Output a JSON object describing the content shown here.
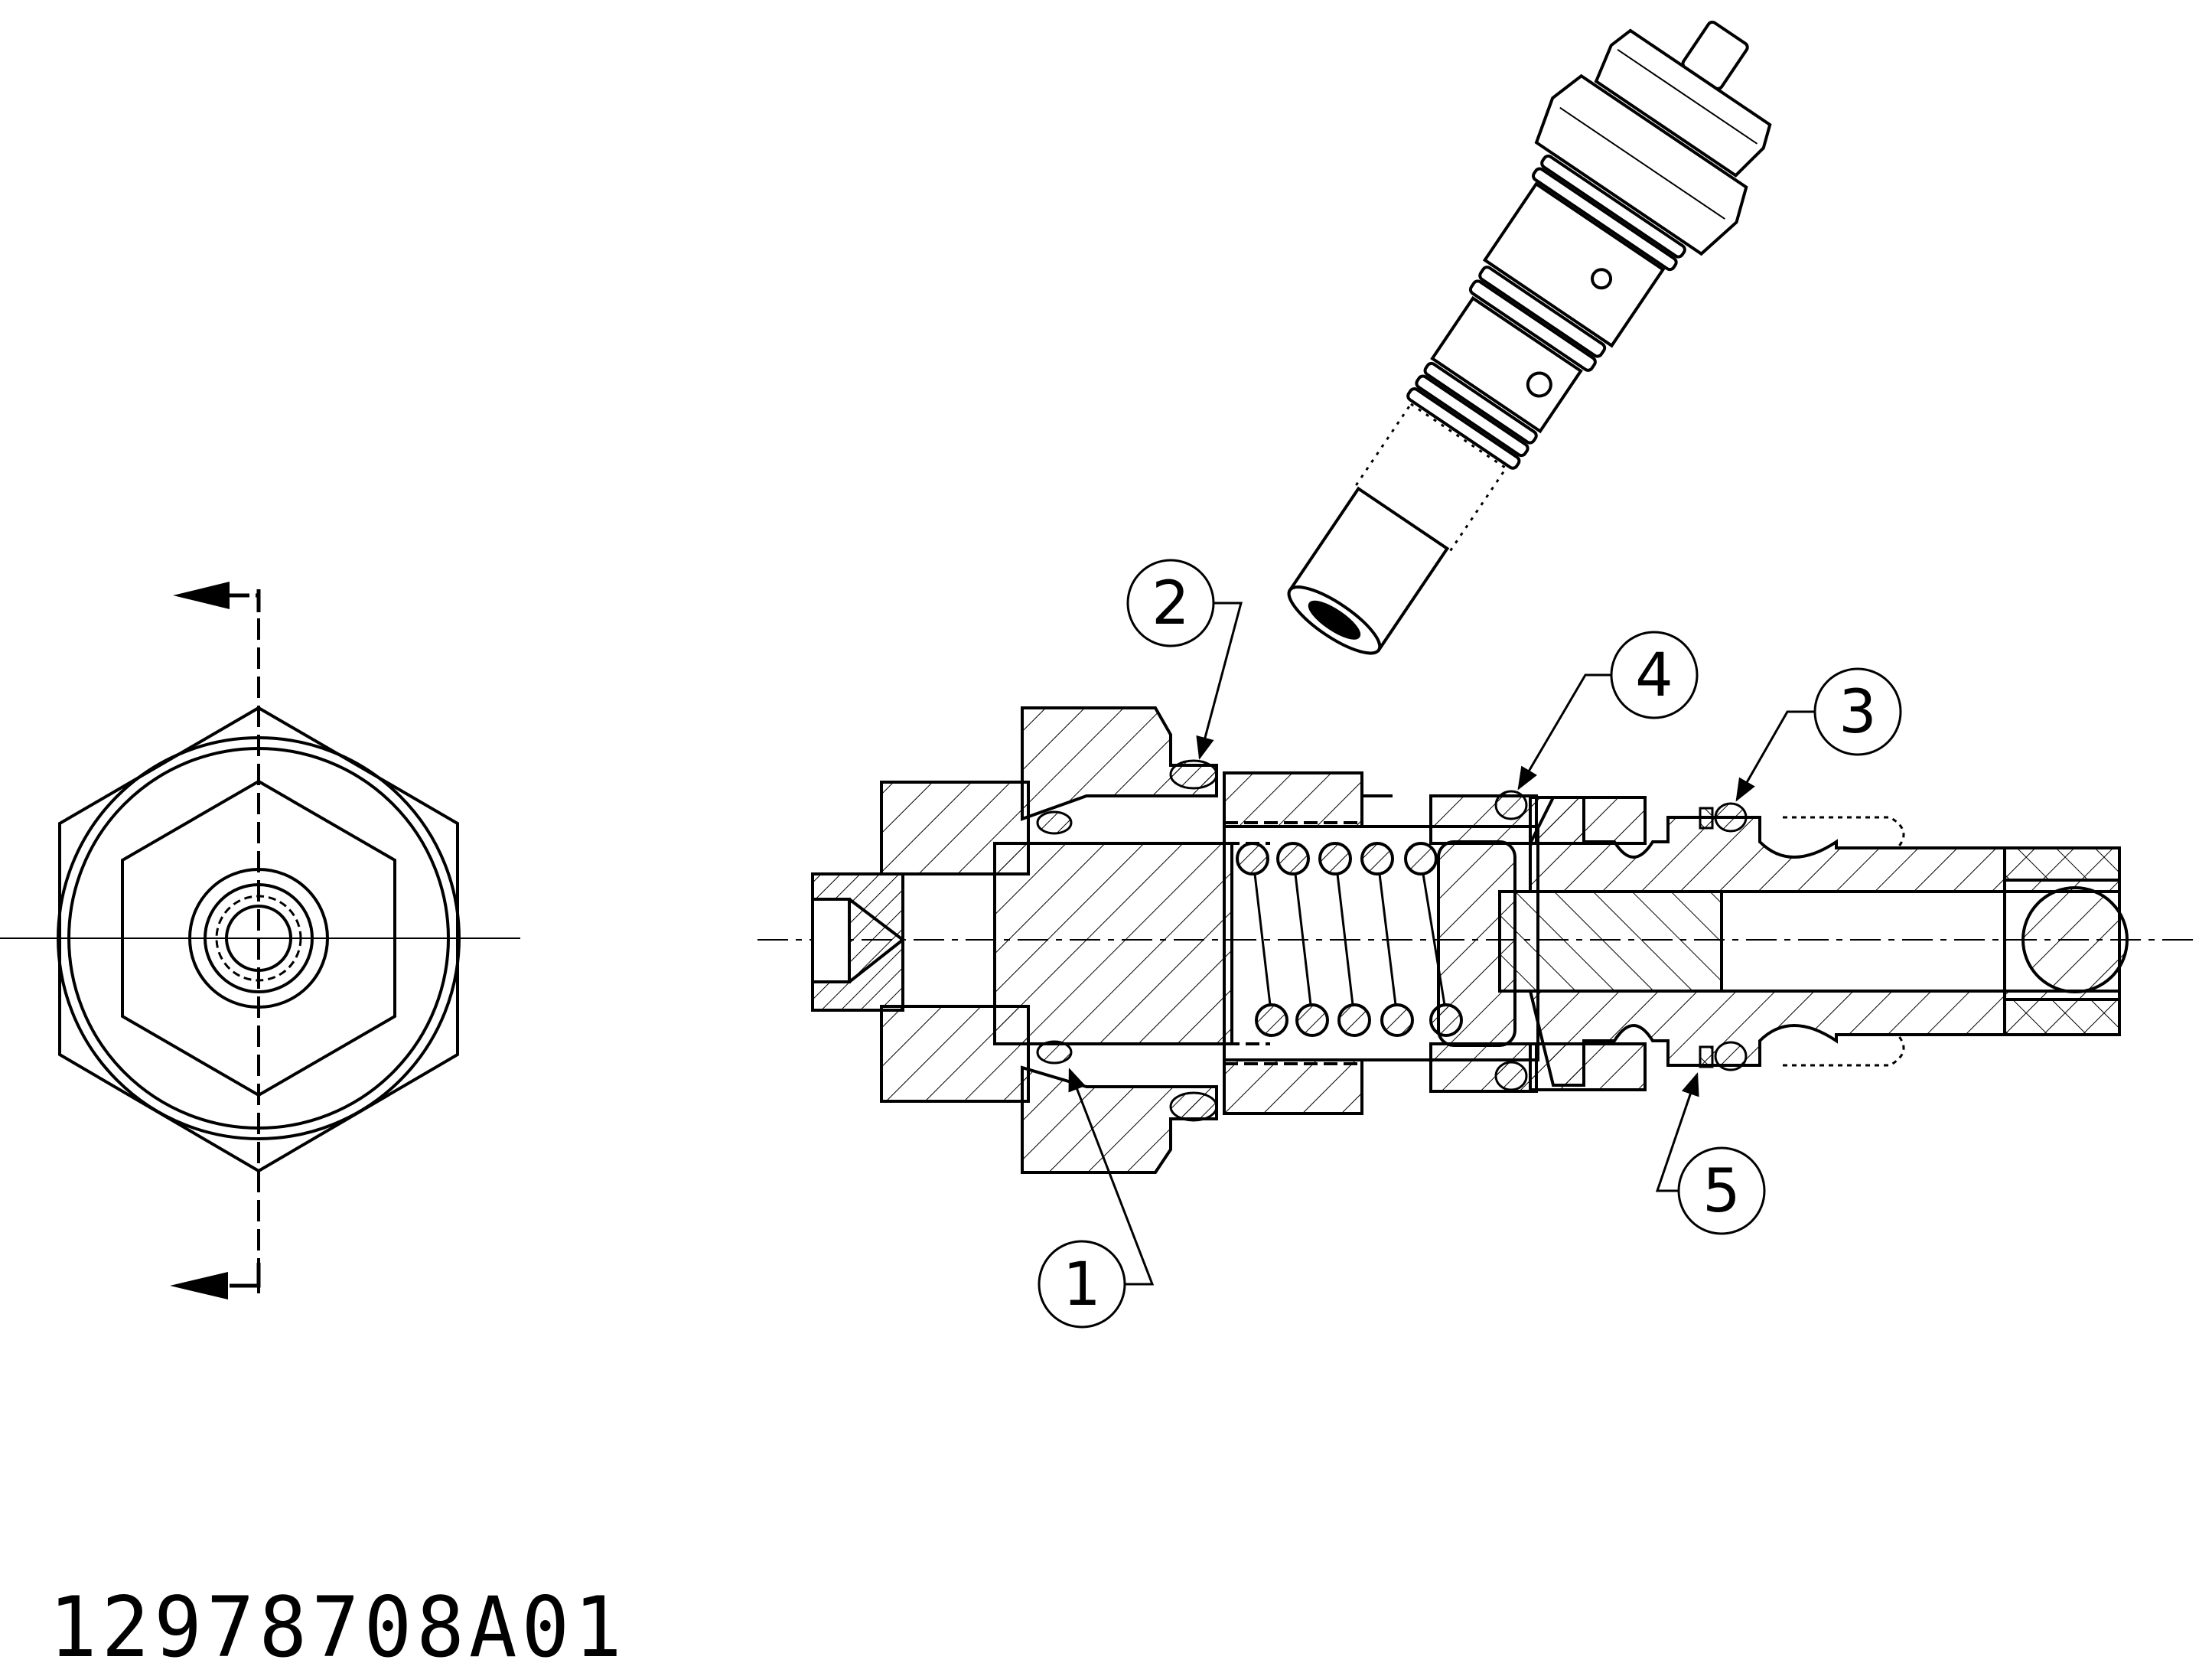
{
  "drawing": {
    "part_number": "12978708A01",
    "callouts": [
      {
        "id": "1",
        "label": "1"
      },
      {
        "id": "2",
        "label": "2"
      },
      {
        "id": "3",
        "label": "3"
      },
      {
        "id": "4",
        "label": "4"
      },
      {
        "id": "5",
        "label": "5"
      }
    ],
    "line_color": "#000000",
    "background": "#ffffff"
  }
}
